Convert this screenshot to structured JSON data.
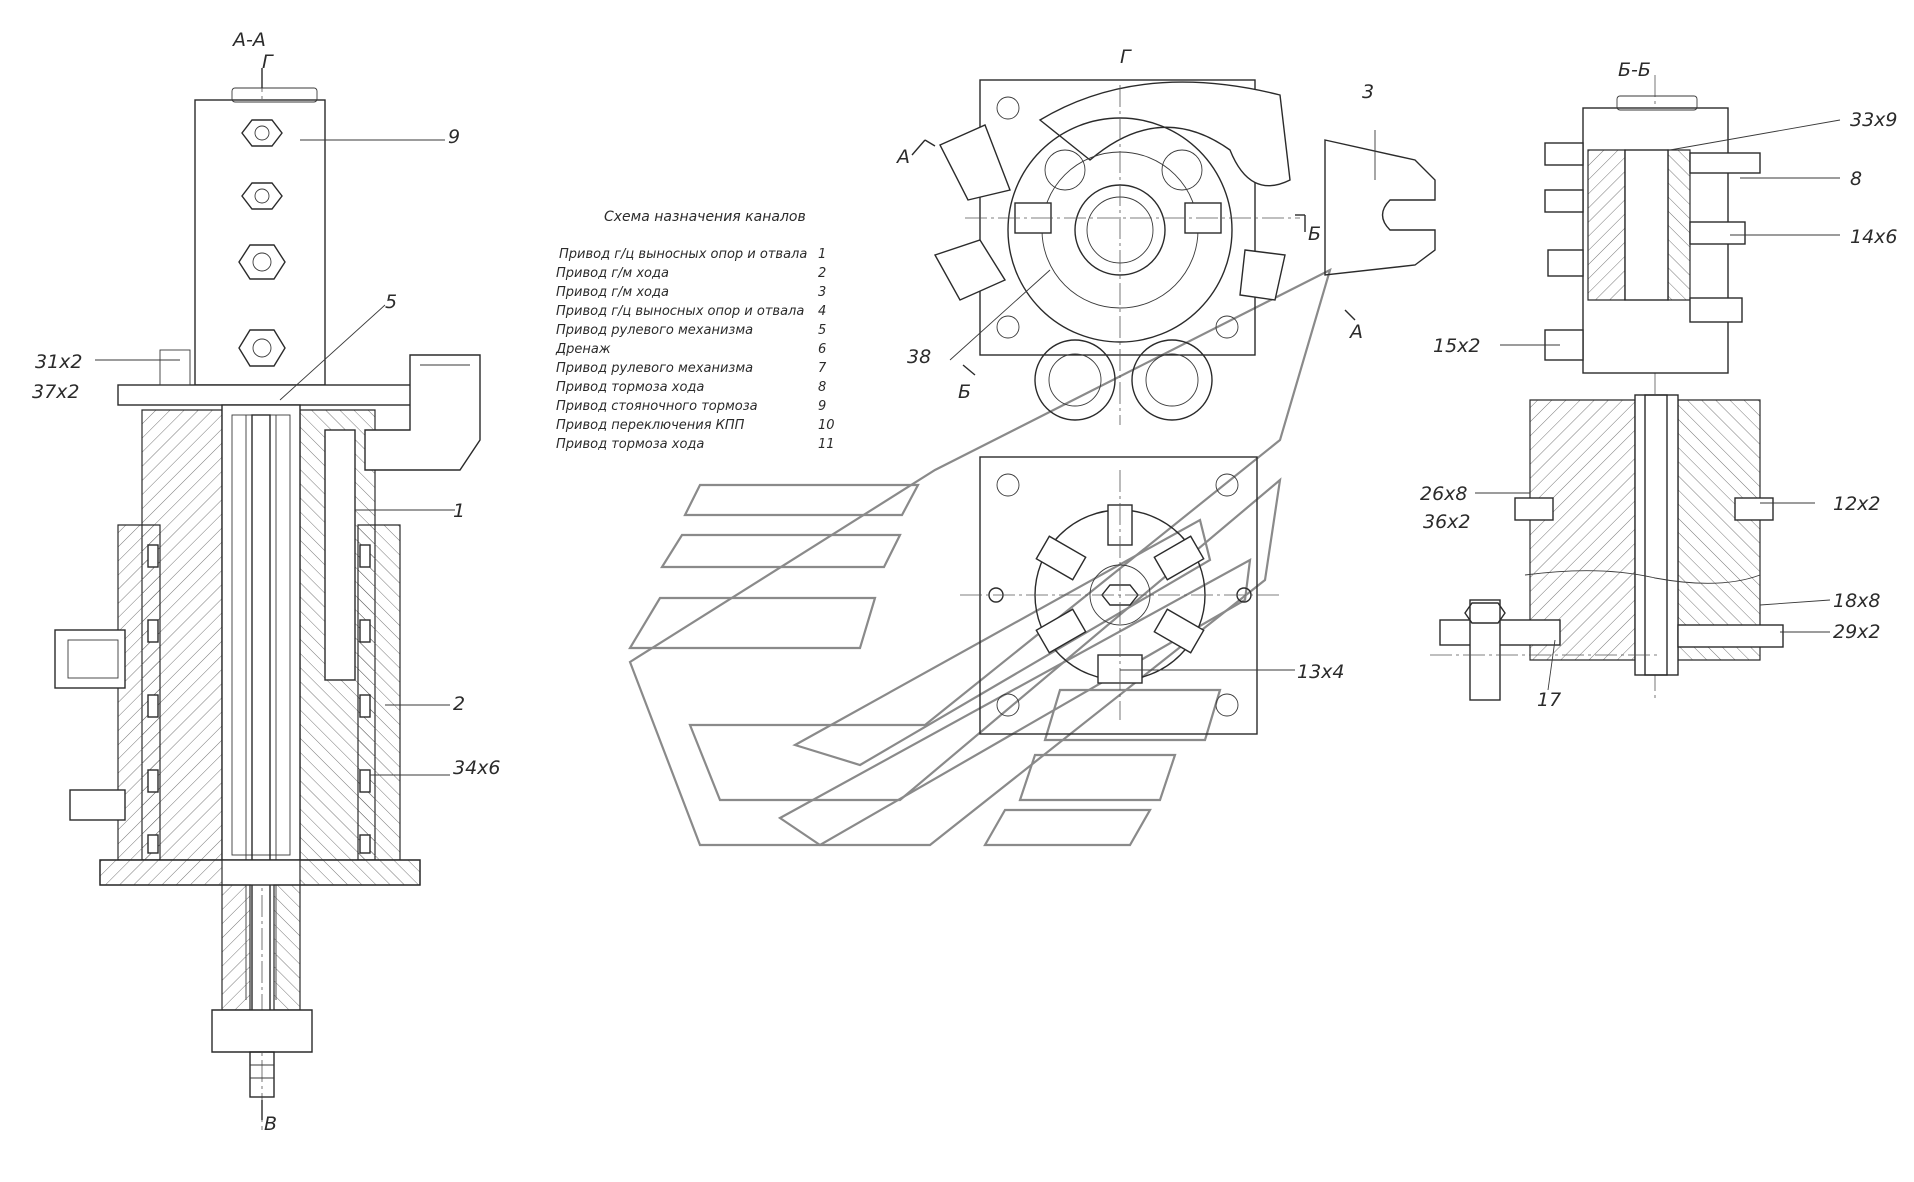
{
  "views": {
    "section_aa": "А-А",
    "section_bb": "Б-Б",
    "view_g": "Г"
  },
  "markers": {
    "g_top": "Г",
    "v_bottom": "В",
    "a_left": "А",
    "a_right": "А",
    "b_left": "Б",
    "b_right": "Б"
  },
  "callouts": {
    "c9": "9",
    "c5": "5",
    "c1": "1",
    "c2": "2",
    "c31x2": "31х2",
    "c37x2": "37х2",
    "c34x6": "34х6",
    "c3": "3",
    "c38": "38",
    "c13x4": "13х4",
    "c33x9": "33х9",
    "c8": "8",
    "c14x6": "14х6",
    "c15x2": "15х2",
    "c26x8": "26х8",
    "c36x2": "36х2",
    "c12x2": "12х2",
    "c18x8": "18х8",
    "c29x2": "29х2",
    "c17": "17"
  },
  "channels": {
    "title": "Схема назначения каналов",
    "rows": [
      {
        "name": "Привод г/ц выносных опор и отвала",
        "num": "1"
      },
      {
        "name": "Привод г/м хода",
        "num": "2"
      },
      {
        "name": "Привод г/м хода",
        "num": "3"
      },
      {
        "name": "Привод г/ц выносных опор и отвала",
        "num": "4"
      },
      {
        "name": "Привод рулевого механизма",
        "num": "5"
      },
      {
        "name": "Дренаж",
        "num": "6"
      },
      {
        "name": "Привод рулевого механизма",
        "num": "7"
      },
      {
        "name": "Привод тормоза хода",
        "num": "8"
      },
      {
        "name": "Привод стояночного тормоза",
        "num": "9"
      },
      {
        "name": "Привод переключения КПП",
        "num": "10"
      },
      {
        "name": "Привод тормоза хода",
        "num": "11"
      }
    ]
  }
}
